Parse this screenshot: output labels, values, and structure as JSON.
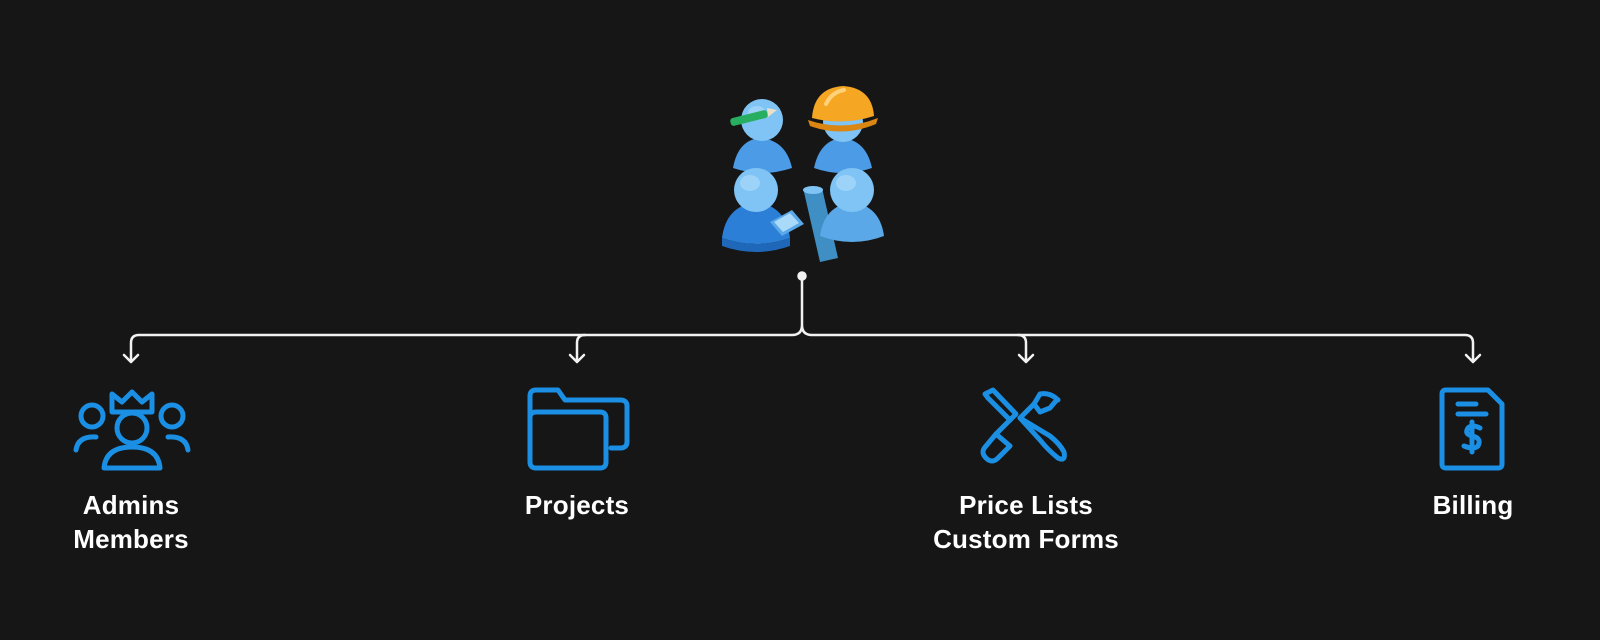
{
  "colors": {
    "background": "#161616",
    "connector": "#f2f2f2",
    "icon_blue": "#1a8fe3",
    "person_light": "#7fc4f4",
    "person_mid": "#5aa8e8",
    "person_dark": "#2b7fd6",
    "hard_hat": "#f39c12",
    "pencil": "#27ae60"
  },
  "root": {
    "icon": "team-group-icon"
  },
  "branches": [
    {
      "icon": "admins-members-icon",
      "lines": [
        "Admins",
        "Members"
      ]
    },
    {
      "icon": "folder-icon",
      "lines": [
        "Projects"
      ]
    },
    {
      "icon": "tools-icon",
      "lines": [
        "Price Lists",
        "Custom Forms"
      ]
    },
    {
      "icon": "invoice-icon",
      "lines": [
        "Billing"
      ]
    }
  ]
}
